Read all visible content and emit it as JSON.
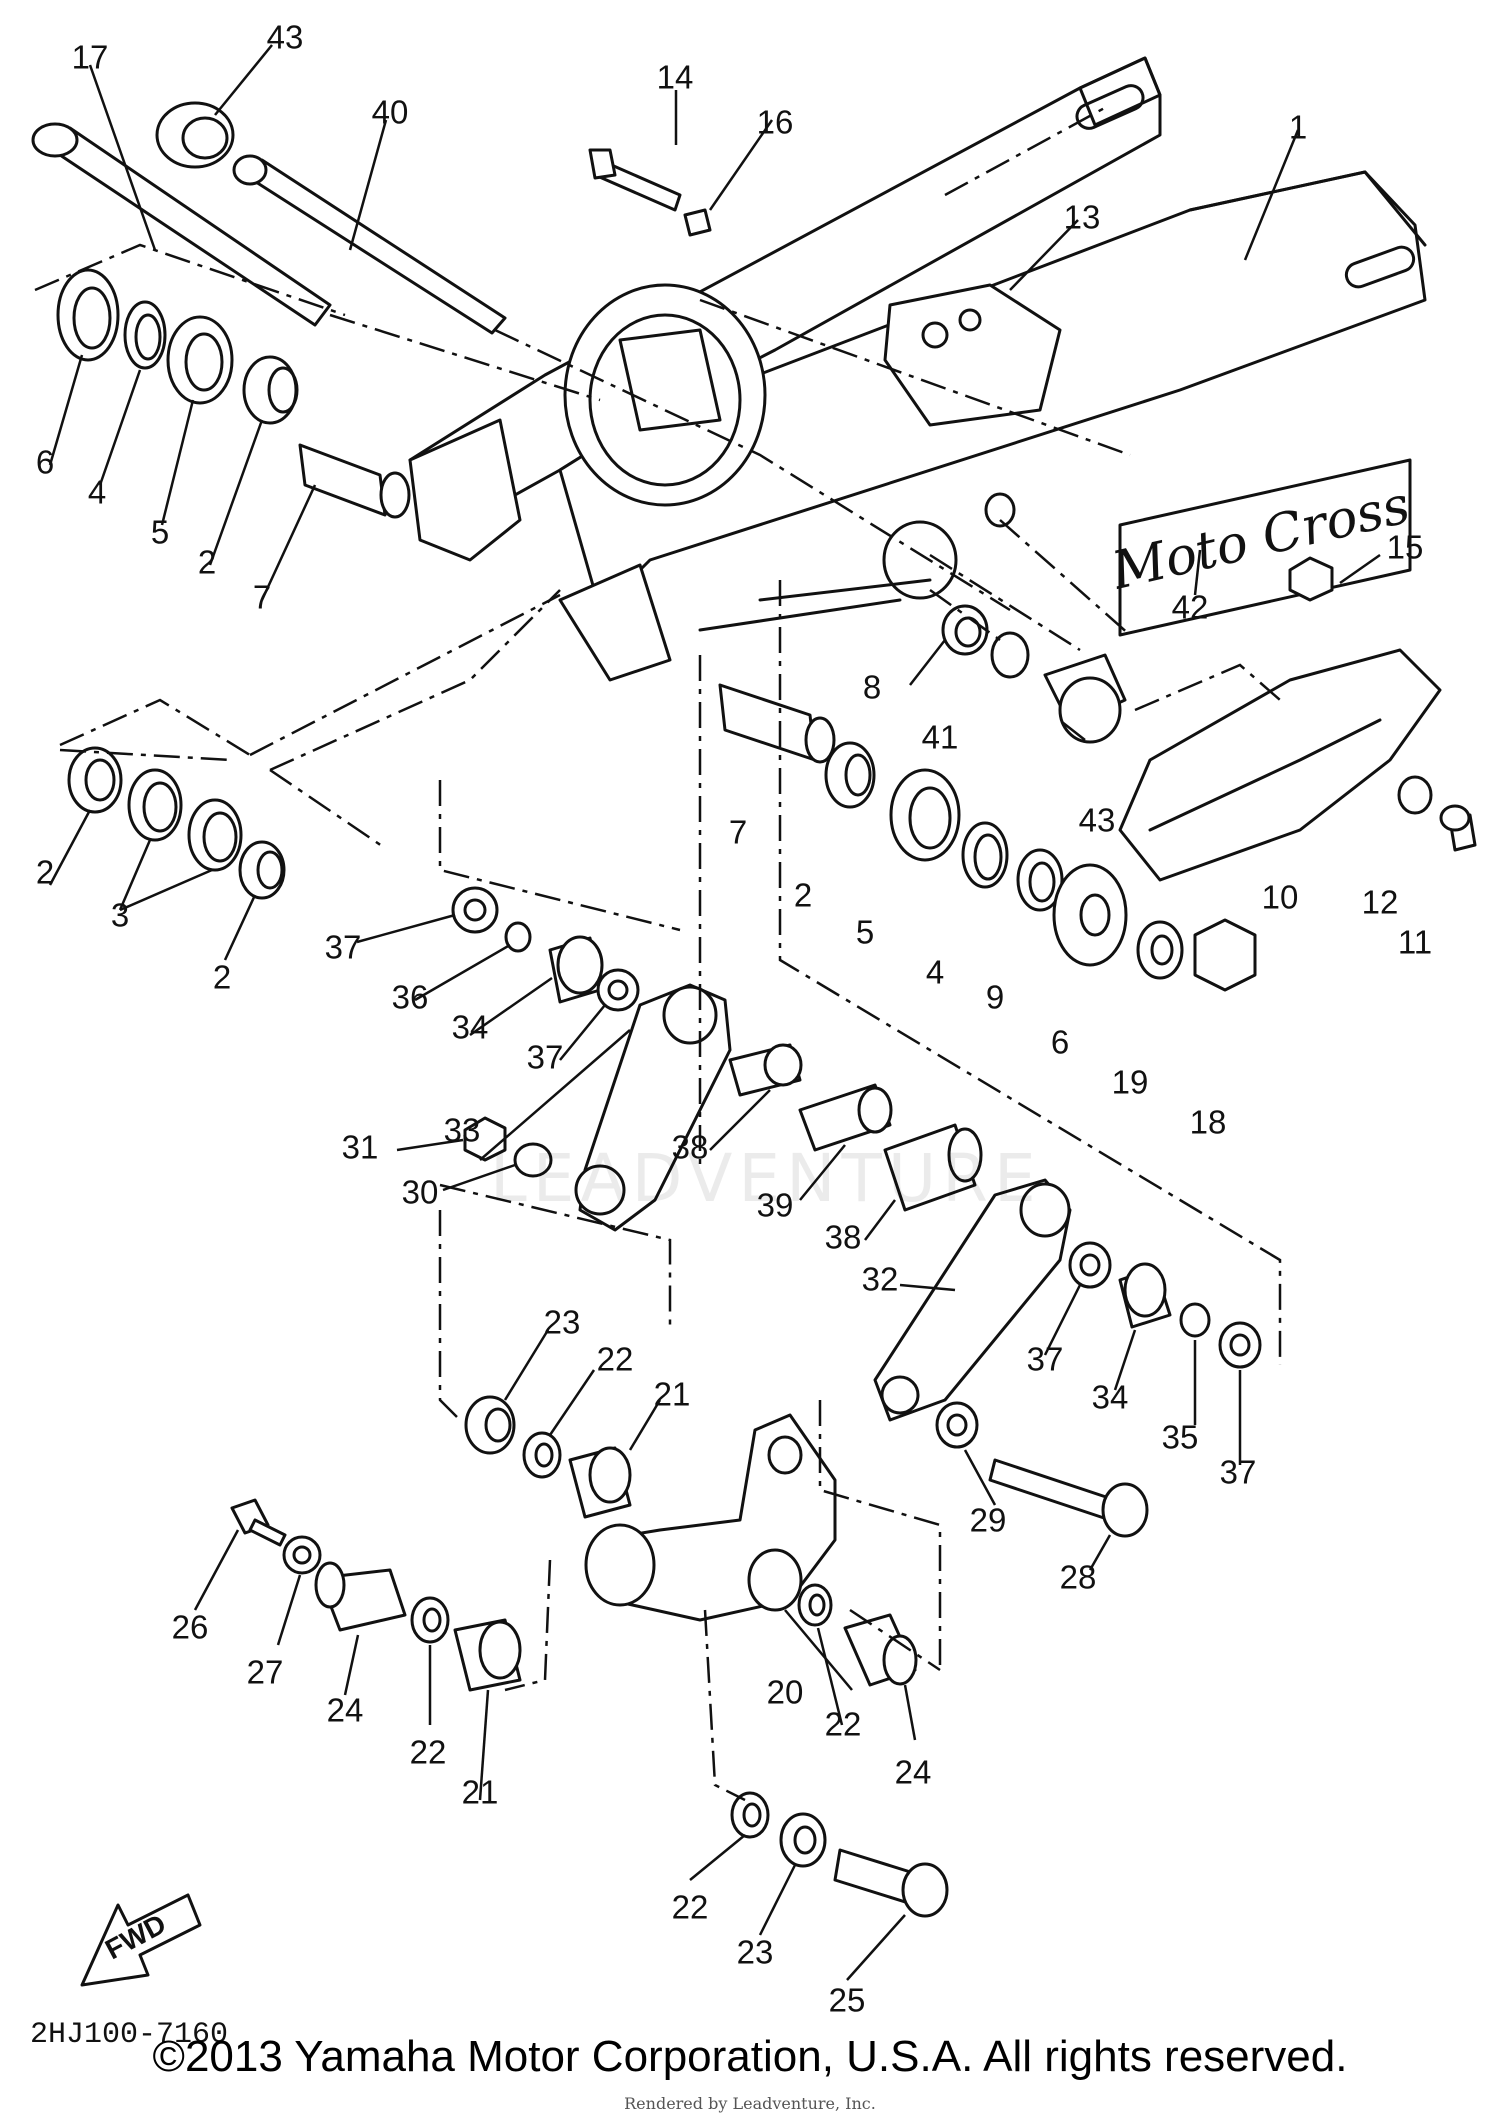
{
  "diagram": {
    "parts": [
      "1",
      "2",
      "3",
      "4",
      "5",
      "6",
      "7",
      "8",
      "9",
      "10",
      "11",
      "12",
      "13",
      "14",
      "15",
      "16",
      "17",
      "18",
      "19",
      "20",
      "21",
      "22",
      "23",
      "24",
      "25",
      "26",
      "27",
      "28",
      "29",
      "30",
      "31",
      "32",
      "33",
      "34",
      "35",
      "36",
      "37",
      "38",
      "39",
      "40",
      "41",
      "42",
      "43"
    ],
    "decal_text": "Moto Cross",
    "direction_label": "FWD",
    "drawing_code": "2HJ100-7160"
  },
  "footer": {
    "copyright": "©2013 Yamaha Motor Corporation, U.S.A. All rights reserved.",
    "rendered_by": "Rendered by Leadventure, Inc."
  },
  "watermark": "LEADVENTURE"
}
